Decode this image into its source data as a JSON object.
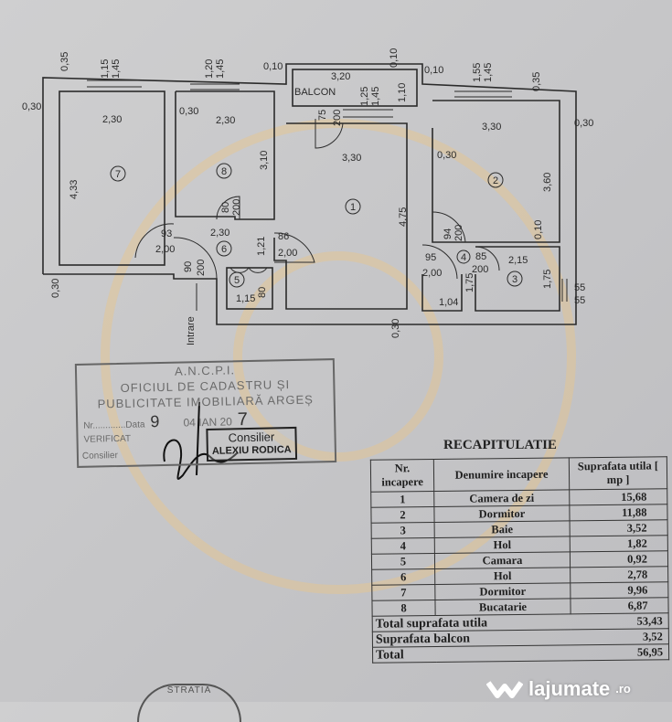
{
  "plan": {
    "balcony_label": "BALCON",
    "entrance_label": "Intrare",
    "rooms": [
      "1",
      "2",
      "3",
      "4",
      "5",
      "6",
      "7",
      "8"
    ],
    "dimensions": {
      "d035a": "0,35",
      "d115": "1,15",
      "d145a": "1,45",
      "d120": "1,20",
      "d145b": "1,45",
      "d010a": "0,10",
      "d010b": "0,10",
      "d010c": "0,10",
      "d320": "3,20",
      "d110": "1,10",
      "d125": "1,25",
      "d145c": "1,45",
      "d075": "75",
      "d200door": "200",
      "d155": "1,55",
      "d145d": "1,45",
      "d035b": "0,35",
      "d030a": "0,30",
      "d030b": "0,30",
      "d030c": "0,30",
      "d230a": "2,30",
      "d230b": "2,30",
      "d433": "4,33",
      "d310": "3,10",
      "d080": "80",
      "d200b": "200",
      "d330a": "3,30",
      "d475": "4,75",
      "d330b": "3,30",
      "d030d": "0,30",
      "d360": "3,60",
      "d010d": "0,10",
      "d093": "93",
      "d200c": "2,00",
      "d230c": "2,30",
      "d121": "1,21",
      "d086": "86",
      "d200d": "2,00",
      "d090": "90",
      "d200e": "200",
      "d115b": "1,15",
      "d080b": "80",
      "d030e": "0,30",
      "d030f": "0,30",
      "d094": "94",
      "d200f": "200",
      "d095": "95",
      "d200g": "2,00",
      "d085": "85",
      "d200h": "200",
      "d215": "2,15",
      "d175a": "1,75",
      "d175b": "1,75",
      "d104": "1,04",
      "d055a": "55",
      "d055b": "55"
    }
  },
  "stamp": {
    "line1": "A.N.C.P.I.",
    "line2": "OFICIUL DE CADASTRU ȘI",
    "line3": "PUBLICITATE IMOBILIARĂ ARGEȘ",
    "nr_label": "Nr.............Data",
    "nr_value": "9",
    "date_value": "04 IAN 20",
    "year_suffix": "7",
    "verified_label": "VERIFICAT",
    "consilier_label": "Consilier",
    "box_title": "Consilier",
    "box_name": "ALEXIU RODICA"
  },
  "recap": {
    "title": "RECAPITULATIE",
    "headers": [
      "Nr. incapere",
      "Denumire incapere",
      "Suprafata utila [ mp ]"
    ],
    "rows": [
      {
        "nr": "1",
        "name": "Camera de zi",
        "area": "15,68"
      },
      {
        "nr": "2",
        "name": "Dormitor",
        "area": "11,88"
      },
      {
        "nr": "3",
        "name": "Baie",
        "area": "3,52"
      },
      {
        "nr": "4",
        "name": "Hol",
        "area": "1,82"
      },
      {
        "nr": "5",
        "name": "Camara",
        "area": "0,92"
      },
      {
        "nr": "6",
        "name": "Hol",
        "area": "2,78"
      },
      {
        "nr": "7",
        "name": "Dormitor",
        "area": "9,96"
      },
      {
        "nr": "8",
        "name": "Bucatarie",
        "area": "6,87"
      }
    ],
    "totals": [
      {
        "label": "Total suprafata utila",
        "value": "53,43"
      },
      {
        "label": "Suprafata balcon",
        "value": "3,52"
      },
      {
        "label": "Total",
        "value": "56,95"
      }
    ]
  },
  "seal_text": "STRATIA",
  "watermark": {
    "brand": "lajumate",
    "tld": ".ro"
  },
  "colors": {
    "watermark": "#e9c58a",
    "ink": "#2b2b2b"
  }
}
